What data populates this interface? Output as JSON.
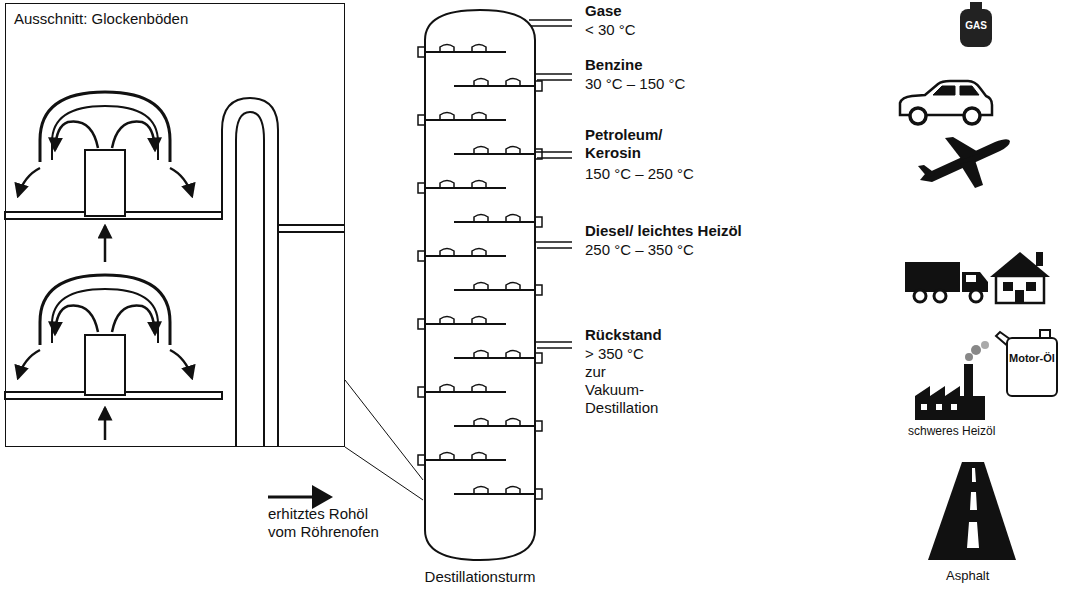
{
  "diagram": {
    "nodes": [
      {
        "text": [
          "Ausschnitt: Glockenböden"
        ]
      },
      {
        "text": [
          "Destillationsturm"
        ]
      }
    ],
    "labels": [
      "Gase",
      "< 30 °C",
      "GAS",
      "Benzine",
      "30 °C – 150 °C",
      "Petroleum/ Kerosin",
      "150 °C – 250 °C",
      "Diesel/ leichtes Heizöl",
      "250 °C – 350 °C",
      "Rückstand",
      "> 350 °C zur Vakuum-Destillation",
      "Motor-Öl",
      "schweres Heizöl",
      "Asphalt",
      "erhitztes Rohöl vom Röhrenofen"
    ]
  }
}
